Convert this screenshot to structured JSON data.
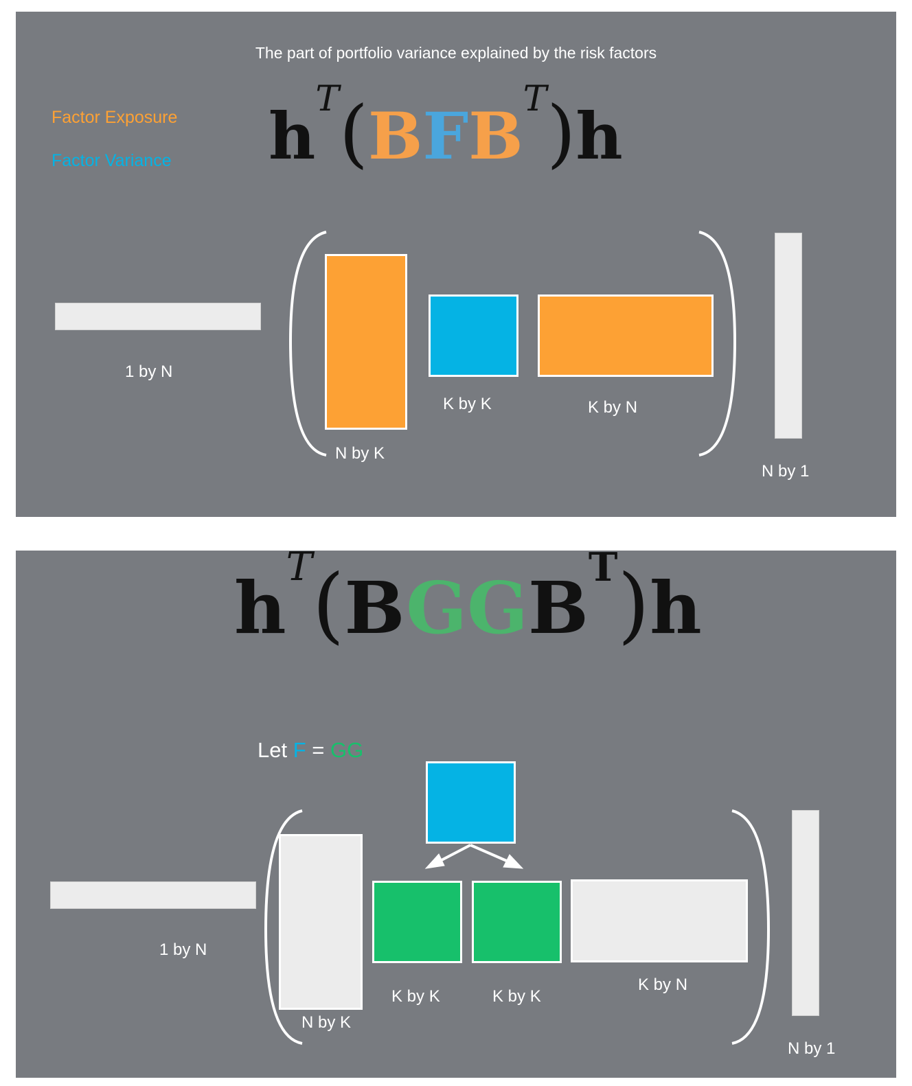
{
  "panel1": {
    "title": "The part of portfolio variance explained by the risk factors",
    "legend": {
      "exposure": "Factor Exposure",
      "variance": "Factor Variance"
    },
    "formula": {
      "h": "h",
      "sup": "T",
      "open": "(",
      "B1": "B",
      "F": "F",
      "B2": "B",
      "supB": "T",
      "close": ")",
      "h2": "h"
    },
    "labels": {
      "h_row": "1 by N",
      "B": "N by K",
      "F": "K by K",
      "BT": "K by N",
      "h_col": "N by 1"
    }
  },
  "panel2": {
    "formula": {
      "h": "h",
      "sup": "T",
      "open": "(",
      "B1": "B",
      "G1": "G",
      "G2": "G",
      "B2": "B",
      "supB": "T",
      "close": ")",
      "h2": "h"
    },
    "let": {
      "prefix": "Let ",
      "F": "F",
      "eq": " = ",
      "GG": "GG"
    },
    "labels": {
      "h_row": "1 by N",
      "B": "N by K",
      "G1": "K by K",
      "G2": "K by K",
      "BT": "K by N",
      "h_col": "N by 1"
    }
  },
  "colors": {
    "background": "#787b80",
    "exposure": "#fda134",
    "variance": "#05b3e4",
    "factor_root": "#17c06b",
    "holdings": "#ececec",
    "formula_exposure": "#f6a04a",
    "formula_variance": "#4aa6dd",
    "formula_root": "#4cb46c"
  }
}
